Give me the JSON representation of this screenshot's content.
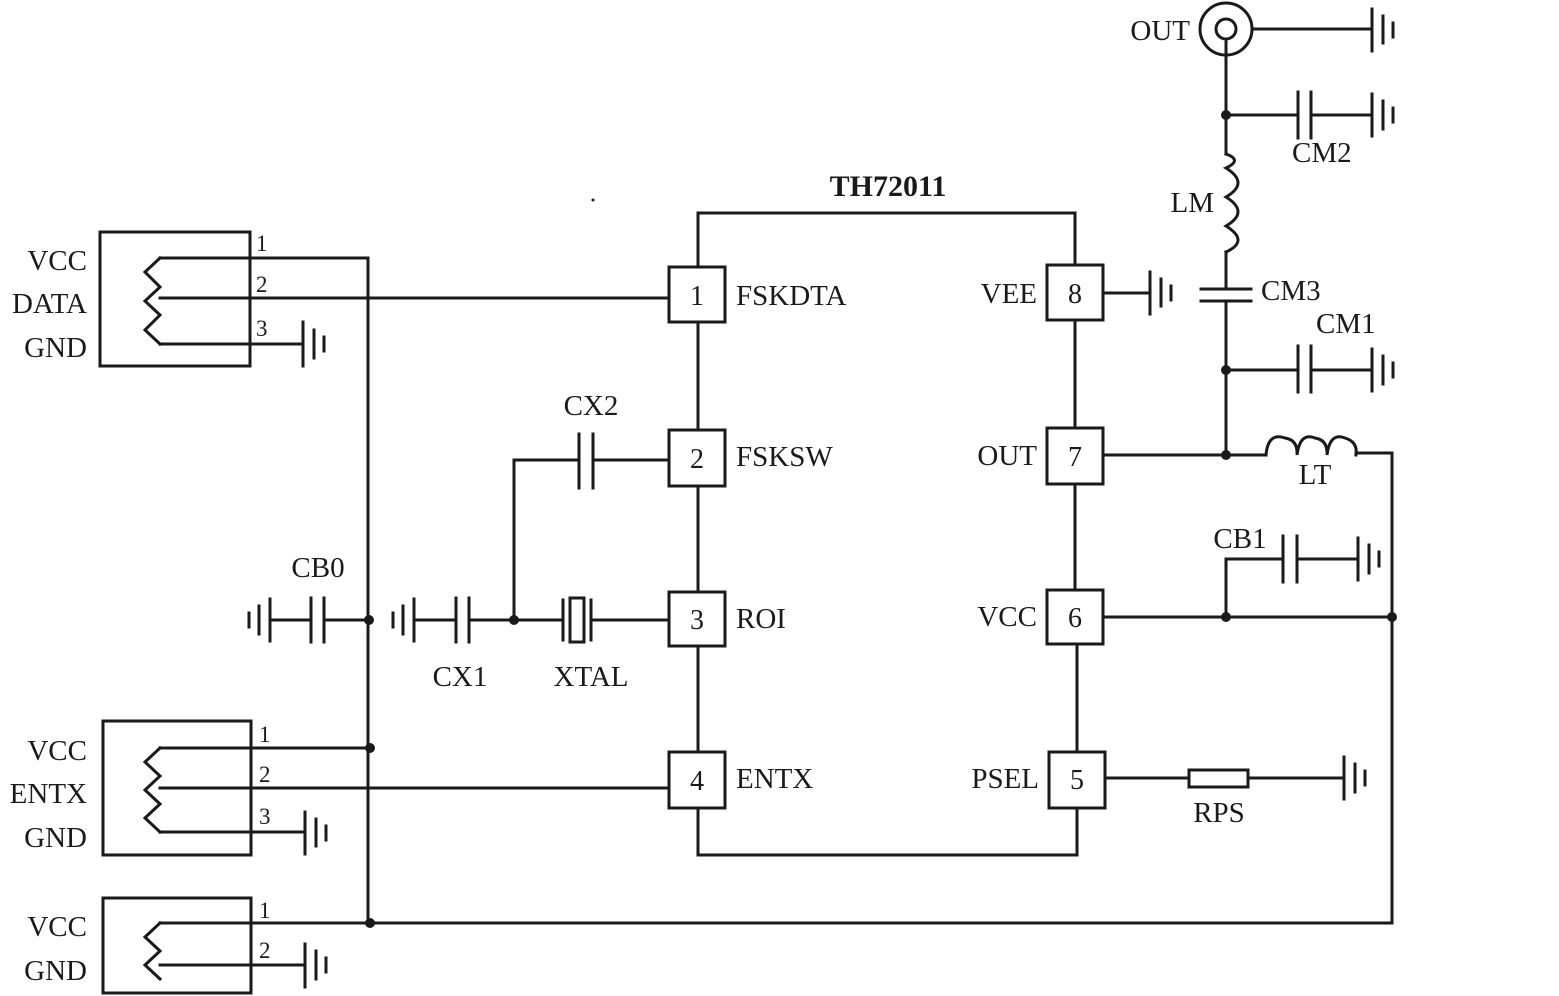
{
  "ic": {
    "name": "TH72011",
    "pins": {
      "p1": {
        "num": "1",
        "name": "FSKDTA"
      },
      "p2": {
        "num": "2",
        "name": "FSKSW"
      },
      "p3": {
        "num": "3",
        "name": "ROI"
      },
      "p4": {
        "num": "4",
        "name": "ENTX"
      },
      "p5": {
        "num": "5",
        "name": "PSEL"
      },
      "p6": {
        "num": "6",
        "name": "VCC"
      },
      "p7": {
        "num": "7",
        "name": "OUT"
      },
      "p8": {
        "num": "8",
        "name": "VEE"
      }
    }
  },
  "connectors": {
    "c1": {
      "labels": [
        "VCC",
        "DATA",
        "GND"
      ],
      "pins": [
        "1",
        "2",
        "3"
      ]
    },
    "c2": {
      "labels": [
        "VCC",
        "ENTX",
        "GND"
      ],
      "pins": [
        "1",
        "2",
        "3"
      ]
    },
    "c3": {
      "labels": [
        "VCC",
        "GND"
      ],
      "pins": [
        "1",
        "2"
      ]
    }
  },
  "components": {
    "cb0": "CB0",
    "cx1": "CX1",
    "cx2": "CX2",
    "xtal": "XTAL",
    "cb1": "CB1",
    "cm1": "CM1",
    "cm2": "CM2",
    "cm3": "CM3",
    "lm": "LM",
    "lt": "LT",
    "rps": "RPS",
    "out_jack": "OUT"
  }
}
